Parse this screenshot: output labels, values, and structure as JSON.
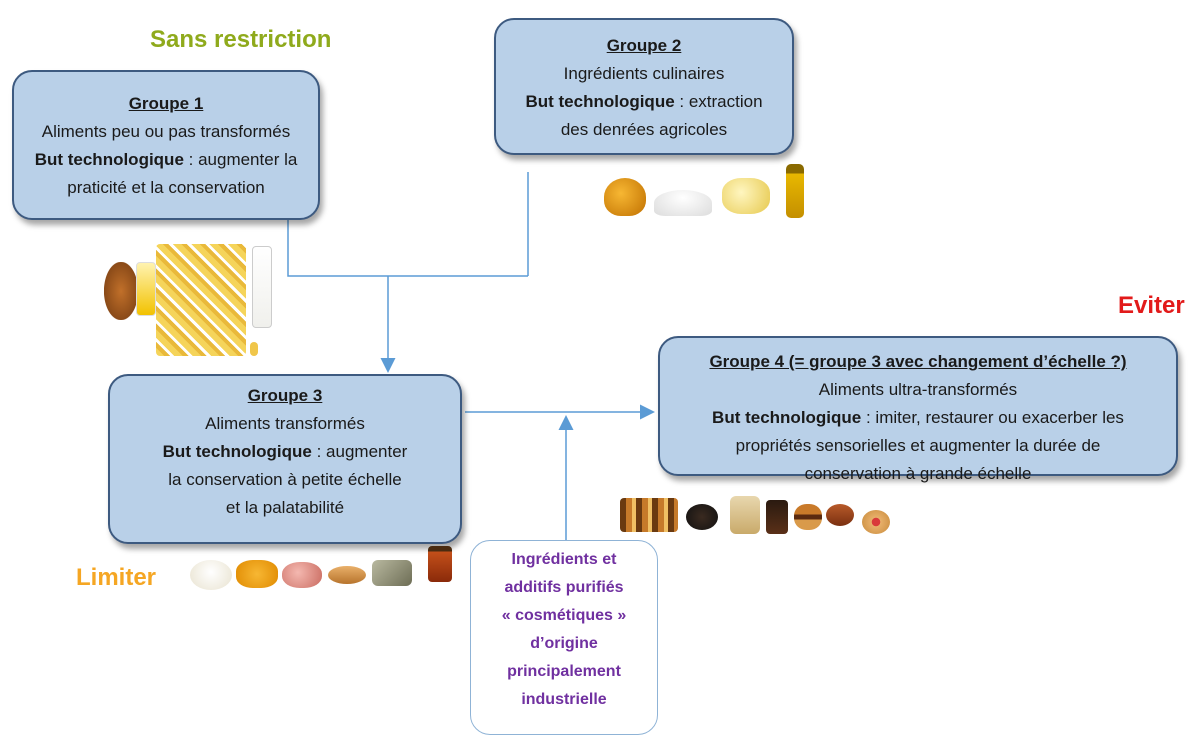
{
  "labels": {
    "sans_restriction": "Sans restriction",
    "eviter": "Eviter",
    "limiter": "Limiter"
  },
  "groupe1": {
    "title": "Groupe 1",
    "desc": "Aliments peu ou pas transformés",
    "but_label": "But technologique",
    "but_text": " : augmenter la praticité et la conservation"
  },
  "groupe2": {
    "title": "Groupe 2",
    "desc": "Ingrédients culinaires",
    "but_label": "But technologique",
    "but_text": " : extraction des denrées agricoles"
  },
  "groupe3": {
    "title": "Groupe 3",
    "desc": "Aliments transformés",
    "but_label": "But technologique",
    "but_text": " : augmenter la conservation à petite échelle et la palatabilité"
  },
  "groupe4": {
    "title": "Groupe 4 (= groupe 3 avec changement d’échelle ?)",
    "desc": "Aliments ultra-transformés",
    "but_label": "But technologique",
    "but_text": " : imiter, restaurer ou exacerber les propriétés sensorielles et augmenter la durée de conservation à grande échelle"
  },
  "additifs": {
    "line1": "Ingrédients et",
    "line2": "additifs purifiés",
    "line3": "« cosmétiques »",
    "line4": "d’origine",
    "line5": "principalement",
    "line6": "industrielle"
  },
  "colors": {
    "box_fill": "#b9d0e8",
    "box_border": "#3d5a80",
    "arrow": "#5b9bd5",
    "sans_restriction": "#8faa1c",
    "eviter": "#e21a1a",
    "limiter": "#f5a623",
    "additifs_text": "#7030a0"
  }
}
